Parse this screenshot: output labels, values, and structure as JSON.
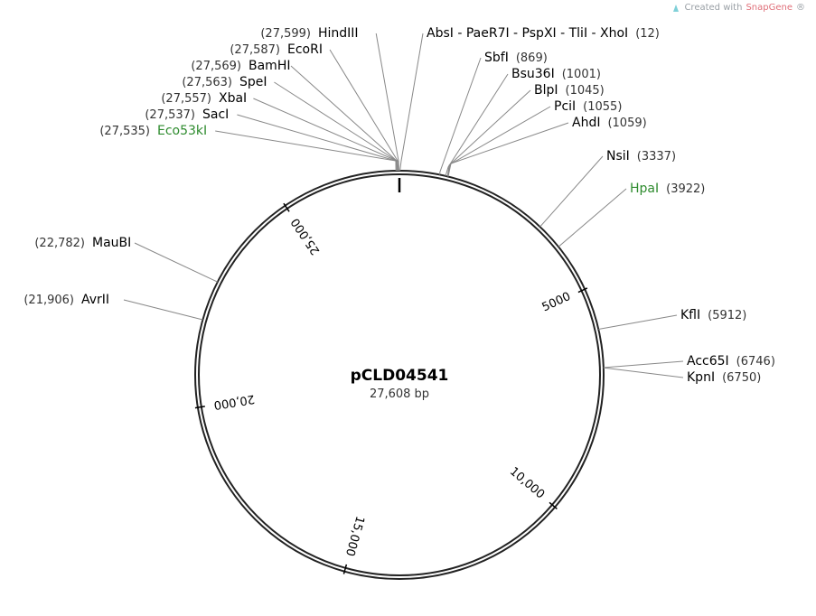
{
  "watermark": {
    "prefix": "Created with",
    "brand": "SnapGene",
    "mark": "®"
  },
  "plasmid": {
    "name": "pCLD04541",
    "length_label": "27,608 bp",
    "length": 27608
  },
  "colors": {
    "unique_site": "#2e8b2e",
    "site": "#000000",
    "backbone": "#222222"
  },
  "ticks": [
    {
      "value": 5000,
      "label": "5000"
    },
    {
      "value": 10000,
      "label": "10,000"
    },
    {
      "value": 15000,
      "label": "15,000"
    },
    {
      "value": 20000,
      "label": "20,000"
    },
    {
      "value": 25000,
      "label": "25,000"
    }
  ],
  "sites": [
    {
      "id": "hindiii",
      "name": "HindIII",
      "pos_label": "(27,599)",
      "position": 27599,
      "color": "black",
      "side": "left"
    },
    {
      "id": "ecori",
      "name": "EcoRI",
      "pos_label": "(27,587)",
      "position": 27587,
      "color": "black",
      "side": "left"
    },
    {
      "id": "bamhi",
      "name": "BamHI",
      "pos_label": "(27,569)",
      "position": 27569,
      "color": "black",
      "side": "left"
    },
    {
      "id": "spei",
      "name": "SpeI",
      "pos_label": "(27,563)",
      "position": 27563,
      "color": "black",
      "side": "left"
    },
    {
      "id": "xbai",
      "name": "XbaI",
      "pos_label": "(27,557)",
      "position": 27557,
      "color": "black",
      "side": "left"
    },
    {
      "id": "saci",
      "name": "SacI",
      "pos_label": "(27,537)",
      "position": 27537,
      "color": "black",
      "side": "left"
    },
    {
      "id": "eco53ki",
      "name": "Eco53kI",
      "pos_label": "(27,535)",
      "position": 27535,
      "color": "green",
      "side": "left"
    },
    {
      "id": "absi",
      "name": "AbsI - PaeR7I - PspXI - TliI - XhoI",
      "pos_label": "(12)",
      "position": 12,
      "color": "black",
      "side": "right"
    },
    {
      "id": "sbfi",
      "name": "SbfI",
      "pos_label": "(869)",
      "position": 869,
      "color": "black",
      "side": "right"
    },
    {
      "id": "bsu36i",
      "name": "Bsu36I",
      "pos_label": "(1001)",
      "position": 1001,
      "color": "black",
      "side": "right"
    },
    {
      "id": "blpi",
      "name": "BlpI",
      "pos_label": "(1045)",
      "position": 1045,
      "color": "black",
      "side": "right"
    },
    {
      "id": "pcii",
      "name": "PciI",
      "pos_label": "(1055)",
      "position": 1055,
      "color": "black",
      "side": "right"
    },
    {
      "id": "ahdi",
      "name": "AhdI",
      "pos_label": "(1059)",
      "position": 1059,
      "color": "black",
      "side": "right"
    },
    {
      "id": "nsii",
      "name": "NsiI",
      "pos_label": "(3337)",
      "position": 3337,
      "color": "black",
      "side": "right"
    },
    {
      "id": "hpai",
      "name": "HpaI",
      "pos_label": "(3922)",
      "position": 3922,
      "color": "green",
      "side": "right"
    },
    {
      "id": "kfli",
      "name": "KflI",
      "pos_label": "(5912)",
      "position": 5912,
      "color": "black",
      "side": "right"
    },
    {
      "id": "acc65i",
      "name": "Acc65I",
      "pos_label": "(6746)",
      "position": 6746,
      "color": "black",
      "side": "right"
    },
    {
      "id": "kpni",
      "name": "KpnI",
      "pos_label": "(6750)",
      "position": 6750,
      "color": "black",
      "side": "right"
    },
    {
      "id": "maubi",
      "name": "MauBI",
      "pos_label": "(22,782)",
      "position": 22782,
      "color": "black",
      "side": "left"
    },
    {
      "id": "avrii",
      "name": "AvrII",
      "pos_label": "(21,906)",
      "position": 21906,
      "color": "black",
      "side": "left"
    }
  ]
}
